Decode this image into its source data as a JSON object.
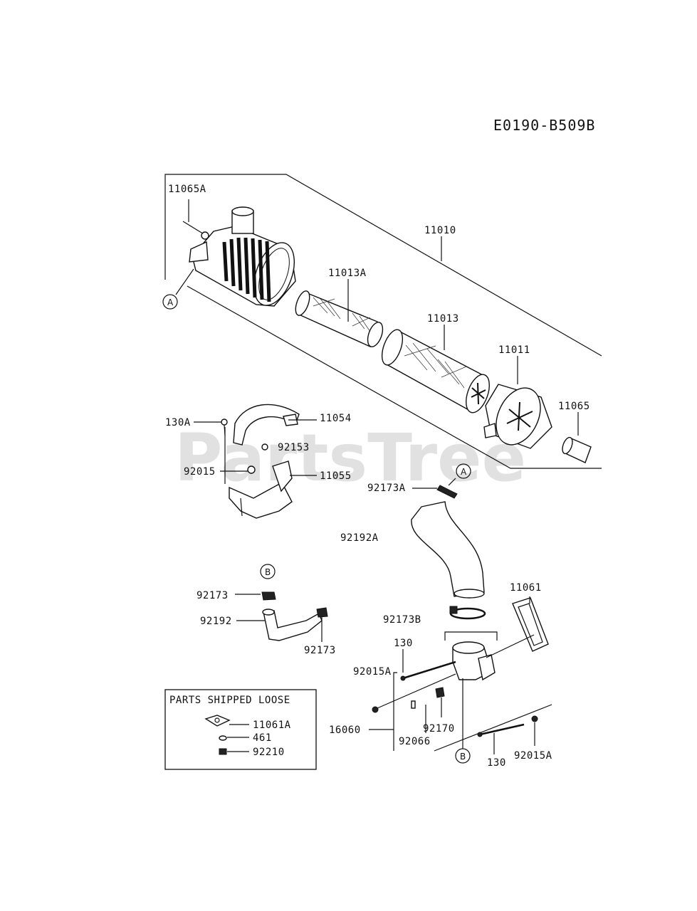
{
  "diagram_code": "E0190-B509B",
  "watermark": "PartsTree",
  "part_labels": {
    "p11065A": "11065A",
    "p11010": "11010",
    "p11013A": "11013A",
    "p11013": "11013",
    "p11011": "11011",
    "p11065": "11065",
    "p130A": "130A",
    "p11054": "11054",
    "p92153": "92153",
    "p92015": "92015",
    "p11055": "11055",
    "p92173A": "92173A",
    "p92192A": "92192A",
    "p92173_top": "92173",
    "p92192": "92192",
    "p92173_bot": "92173",
    "p11061": "11061",
    "p92173B": "92173B",
    "p130_top": "130",
    "p92015A_left": "92015A",
    "p16060": "16060",
    "p92170": "92170",
    "p92066": "92066",
    "p130_bot": "130",
    "p92015A_right": "92015A"
  },
  "callouts": {
    "a1": "A",
    "a2": "A",
    "b1": "B",
    "b2": "B"
  },
  "loose_box": {
    "title": "PARTS SHIPPED LOOSE",
    "items": [
      "11061A",
      "461",
      "92210"
    ]
  }
}
